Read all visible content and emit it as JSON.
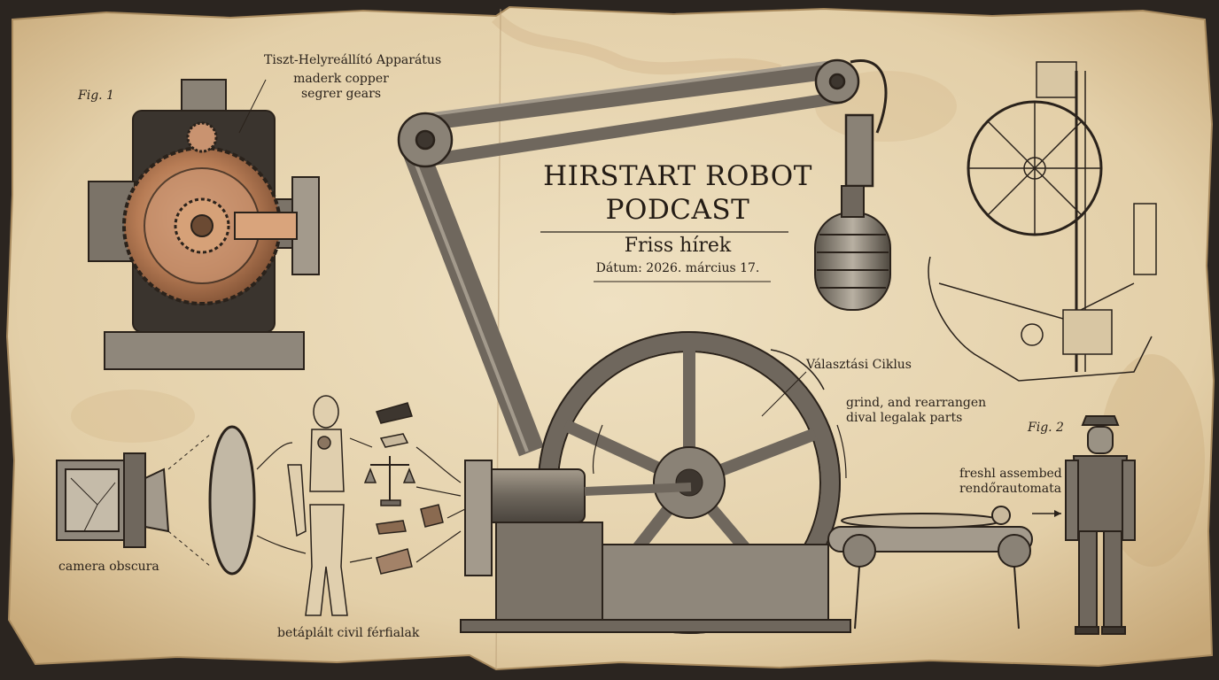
{
  "title": {
    "line1": "HIRSTART ROBOT",
    "line2": "PODCAST"
  },
  "subtitle": "Friss hírek",
  "date": "Dátum: 2026. március 17.",
  "labels": {
    "fig1": "Fig. 1",
    "fig2": "Fig. 2",
    "apparatus": "Tiszt-Helyreállító Apparátus",
    "copper_line1": "maderk copper",
    "copper_line2": "segrer gears",
    "cycle": "Választási Ciklus",
    "grind_line1": "grind, and rearrangen",
    "grind_line2": "dival legalak parts",
    "assembled_line1": "freshl assembed",
    "assembled_line2": "rendőrautomata",
    "camera": "camera obscura",
    "civil": "betáplált civil férfialak"
  },
  "colors": {
    "paper": "#e9d9b8",
    "paper_dark": "#c9ad82",
    "ink": "#2a221b",
    "metal": "#6f675d",
    "copper": "#b9815a"
  }
}
